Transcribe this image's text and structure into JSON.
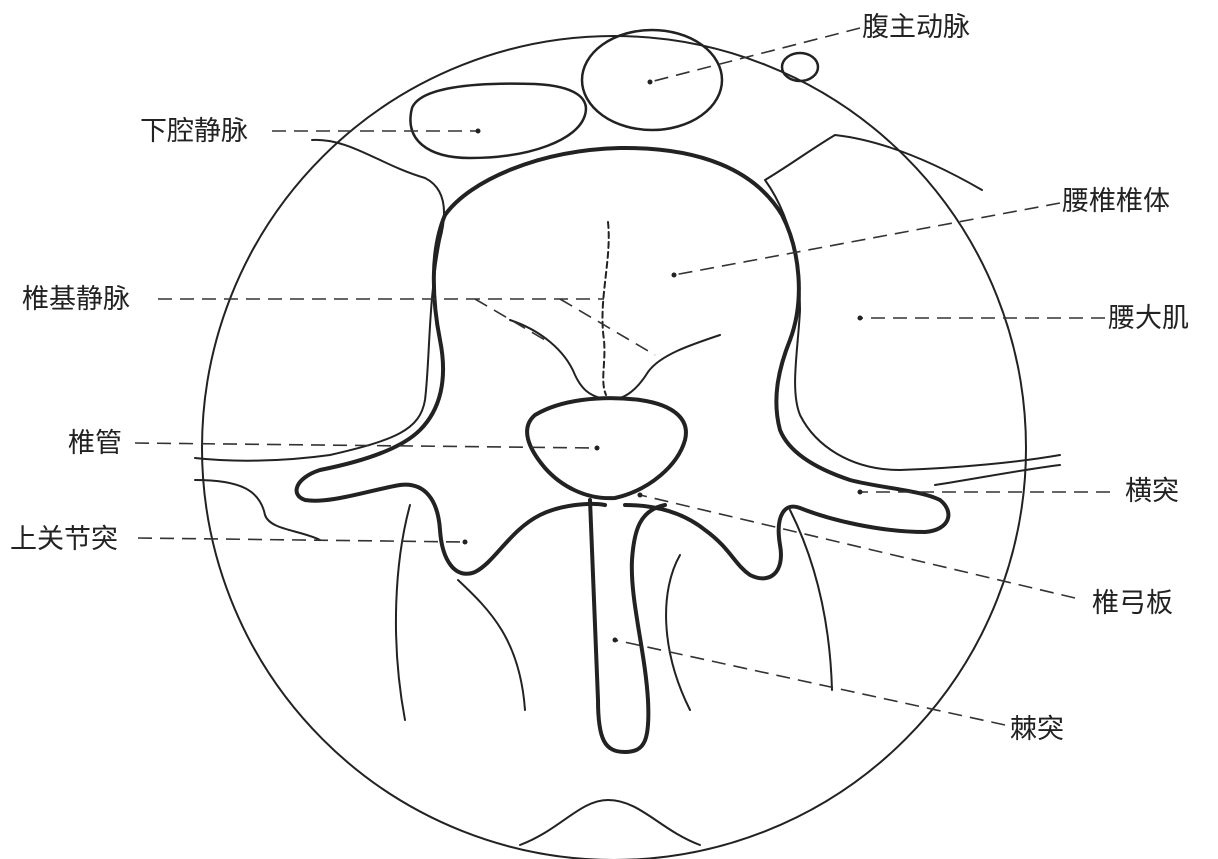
{
  "labels": {
    "abdominal_aorta": "腹主动脉",
    "inferior_vena_cava": "下腔静脉",
    "lumbar_vertebral_body": "腰椎椎体",
    "basivertebral_vein": "椎基静脉",
    "psoas_major": "腰大肌",
    "vertebral_canal": "椎管",
    "transverse_process": "横突",
    "superior_articular_process": "上关节突",
    "lamina": "椎弓板",
    "spinous_process": "棘突"
  }
}
